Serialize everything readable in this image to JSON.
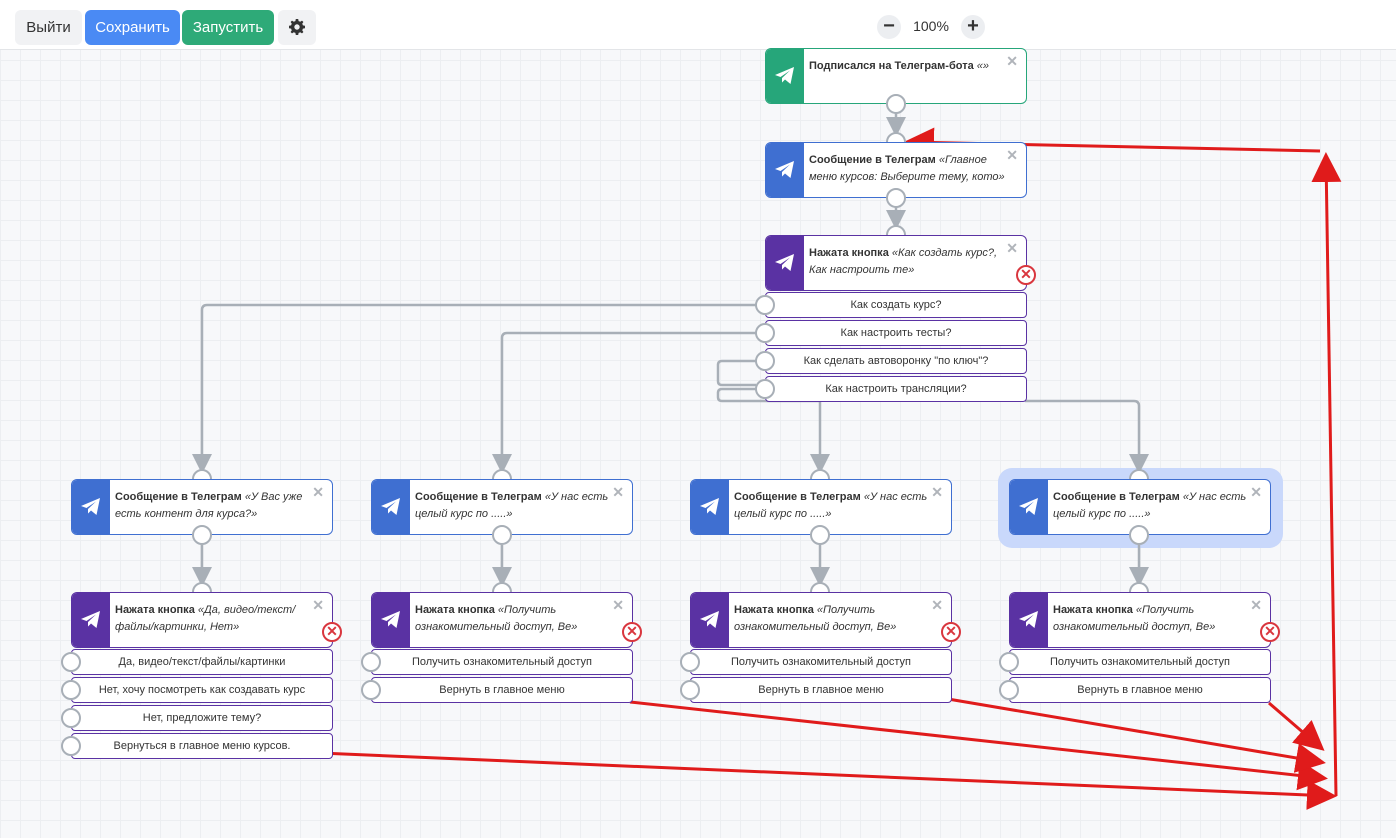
{
  "toolbar": {
    "exit_label": "Выйти",
    "save_label": "Сохранить",
    "run_label": "Запустить",
    "settings_icon": "gear-icon",
    "zoom_out_label": "−",
    "zoom_in_label": "+",
    "zoom_level": "100%"
  },
  "colors": {
    "save": "#4a8af4",
    "run": "#2eaa78",
    "message_node": "#3f6fd1",
    "trigger_node": "#26a67a",
    "button_node": "#5a32a3",
    "annotation_arrow": "#e01b1b"
  },
  "nodes": {
    "n0": {
      "title": "Подписался на Телеграм-бота",
      "detail": "«»"
    },
    "n1": {
      "title": "Сообщение в Телеграм",
      "detail": "«Главное меню курсов: Выберите тему, кото»"
    },
    "n2": {
      "title": "Нажата кнопка",
      "detail": "«Как создать курс?, Как настроить те»",
      "options": [
        "Как создать курс?",
        "Как настроить тесты?",
        "Как сделать автоворонку \"по ключ\"?",
        "Как настроить трансляции?"
      ]
    },
    "n3": {
      "title": "Сообщение в Телеграм",
      "detail": "«У Вас уже есть контент для курса?»"
    },
    "n4": {
      "title": "Сообщение в Телеграм",
      "detail": "«У нас есть целый курс по .....»"
    },
    "n5": {
      "title": "Сообщение в Телеграм",
      "detail": "«У нас есть целый курс по .....»"
    },
    "n6": {
      "title": "Сообщение в Телеграм",
      "detail": "«У нас есть целый курс по .....»"
    },
    "n7": {
      "title": "Нажата кнопка",
      "detail": "«Да, видео/текст/файлы/картинки, Нет»",
      "options": [
        "Да, видео/текст/файлы/картинки",
        "Нет, хочу посмотреть как создавать курс",
        "Нет, предложите тему?",
        "Вернуться в главное меню курсов."
      ]
    },
    "n8": {
      "title": "Нажата кнопка",
      "detail": "«Получить ознакомительный доступ, Ве»",
      "options": [
        "Получить ознакомительный доступ",
        "Вернуть в главное меню"
      ]
    },
    "n9": {
      "title": "Нажата кнопка",
      "detail": "«Получить ознакомительный доступ, Ве»",
      "options": [
        "Получить ознакомительный доступ",
        "Вернуть в главное меню"
      ]
    },
    "n10": {
      "title": "Нажата кнопка",
      "detail": "«Получить ознакомительный доступ, Ве»",
      "options": [
        "Получить ознакомительный доступ",
        "Вернуть в главное меню"
      ]
    }
  }
}
